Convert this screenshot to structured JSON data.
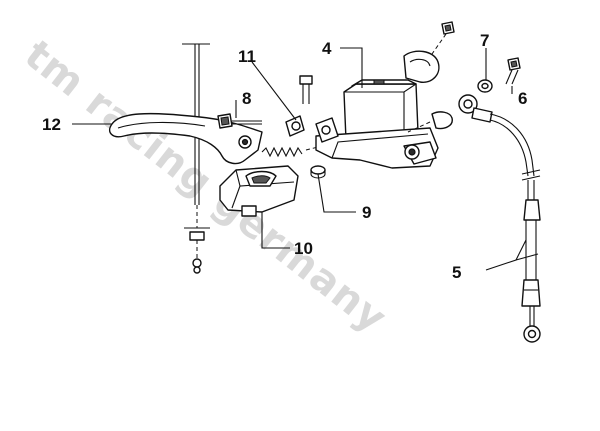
{
  "watermark": {
    "text": "tm racing germany",
    "color": "#d9d9d9"
  },
  "callouts": {
    "c4": "4",
    "c5": "5",
    "c6": "6",
    "c7": "7",
    "c8": "8",
    "c9": "9",
    "c10": "10",
    "c11": "11",
    "c12": "12"
  }
}
